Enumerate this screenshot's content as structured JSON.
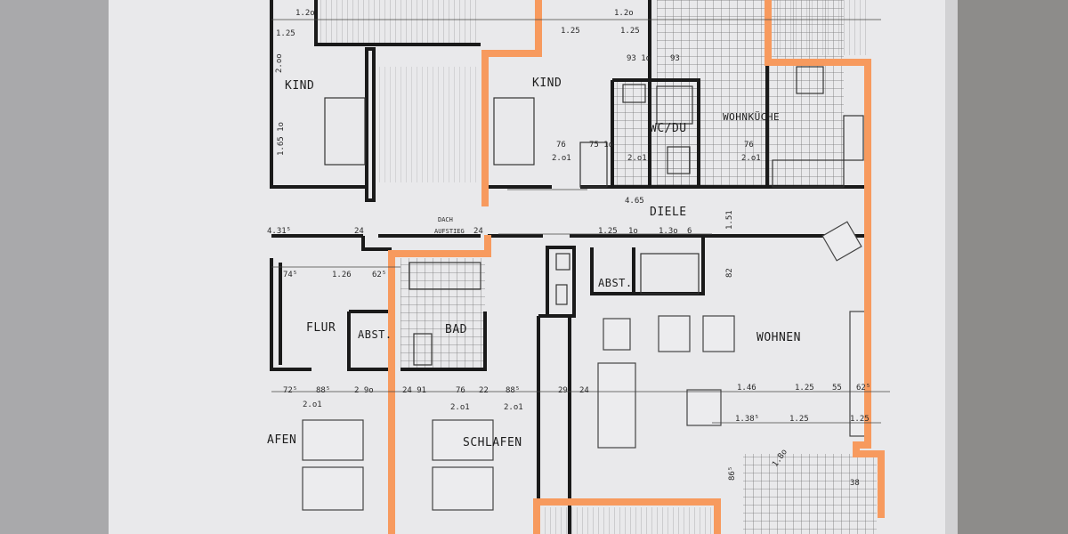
{
  "plan": {
    "rooms": {
      "kind_left": "KIND",
      "kind_right": "KIND",
      "wc_du": "WC/DU",
      "wohnkueche": "WOHNKÜCHE",
      "diele": "DIELE",
      "dach_aufstieg_1": "DACH",
      "dach_aufstieg_2": "AUFSTIEG",
      "abst_diele": "ABST.",
      "flur": "FLUR",
      "abst_flur": "ABST.",
      "bad": "BAD",
      "wohnen": "WOHNEN",
      "schlafen": "SCHLAFEN",
      "schlafen_left": "AFEN"
    },
    "dimensions": [
      "1.25",
      "1.25",
      "93 1o",
      "93",
      "76",
      "2.o1",
      "75 1o",
      "2.o1",
      "76",
      "2.o1",
      "4.65",
      "1.25",
      "1o",
      "1.3o",
      "6",
      "1.51",
      "82",
      "1.26",
      "74⁵",
      "62⁵",
      "1.46",
      "1.25",
      "55",
      "62⁵",
      "1.38⁵",
      "1.25",
      "1.25",
      "1.8o",
      "72⁵",
      "88⁵",
      "2 9o",
      "24 91",
      "76",
      "22",
      "88⁵",
      "29",
      "24",
      "2.o1",
      "2.o1",
      "2.o1",
      "24",
      "24",
      "4.31⁵",
      "1.65 1o",
      "1.25",
      "2.oo",
      "86⁵",
      "38",
      "1.2o",
      "1.2o"
    ],
    "highlight_color": "#f79a5e",
    "wall_color": "#1a1a1a"
  }
}
